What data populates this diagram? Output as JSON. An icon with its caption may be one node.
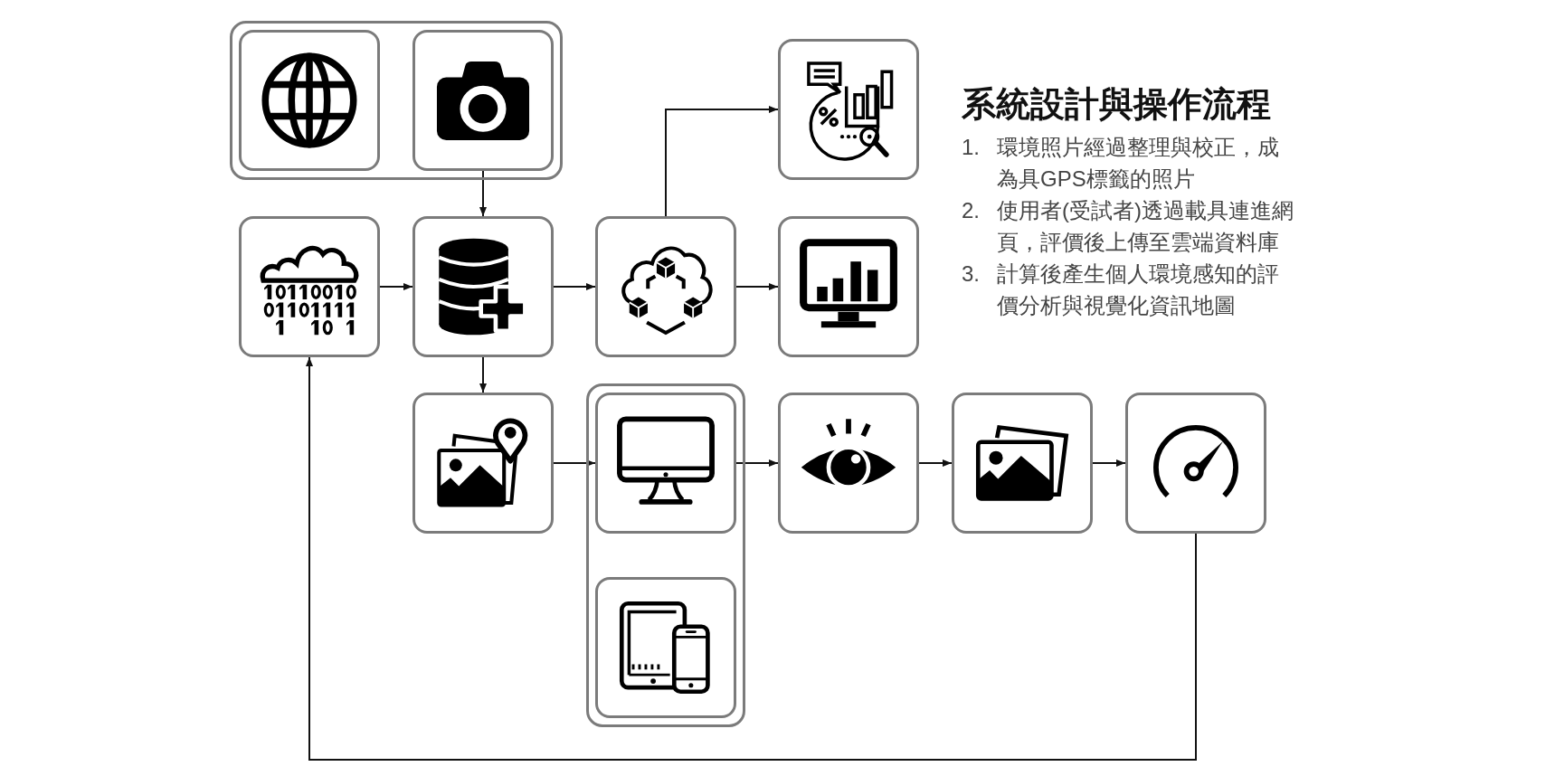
{
  "diagram": {
    "title": "系統設計與操作流程",
    "nodes": [
      {
        "text": [],
        "shape": "box"
      },
      {
        "text": [],
        "shape": "picture",
        "in": 0
      },
      {
        "text": [],
        "shape": "picture",
        "in": 0
      },
      {
        "text": [],
        "shape": "picture"
      },
      {
        "text": [],
        "shape": "picture"
      },
      {
        "text": [],
        "shape": "picture"
      },
      {
        "text": [],
        "shape": "picture"
      },
      {
        "text": [],
        "shape": "picture"
      },
      {
        "text": [],
        "shape": "picture"
      },
      {
        "text": [],
        "shape": "box"
      },
      {
        "text": [],
        "shape": "picture",
        "in": 9
      },
      {
        "text": [],
        "shape": "picture",
        "in": 9
      },
      {
        "text": [],
        "shape": "picture"
      },
      {
        "text": [],
        "shape": "picture"
      },
      {
        "text": [],
        "shape": "picture"
      }
    ],
    "edges": [
      {
        "from": 2,
        "to": 5,
        "arrow": "to"
      },
      {
        "from": 4,
        "to": 5,
        "arrow": "to"
      },
      {
        "from": 5,
        "to": 6,
        "arrow": "to"
      },
      {
        "from": 5,
        "to": 8,
        "arrow": "to"
      },
      {
        "from": 6,
        "to": 3,
        "arrow": "to"
      },
      {
        "from": 6,
        "to": 7,
        "arrow": "to"
      },
      {
        "from": 8,
        "to": 10,
        "arrow": "to"
      },
      {
        "from": 10,
        "to": 12,
        "arrow": "to"
      },
      {
        "from": 12,
        "to": 13,
        "arrow": "to"
      },
      {
        "from": 13,
        "to": 14,
        "arrow": "to"
      },
      {
        "from": 14,
        "to": 4,
        "arrow": "to"
      }
    ],
    "labels": [
      "1. 環境照片經過整理與校正，成為具GPS標籤的照片",
      "2. 使用者(受試者)透過載具連進網頁，評價後上傳至雲端資料庫",
      "3. 計算後產生個人環境感知的評價分析與視覺化資訊地圖"
    ]
  }
}
